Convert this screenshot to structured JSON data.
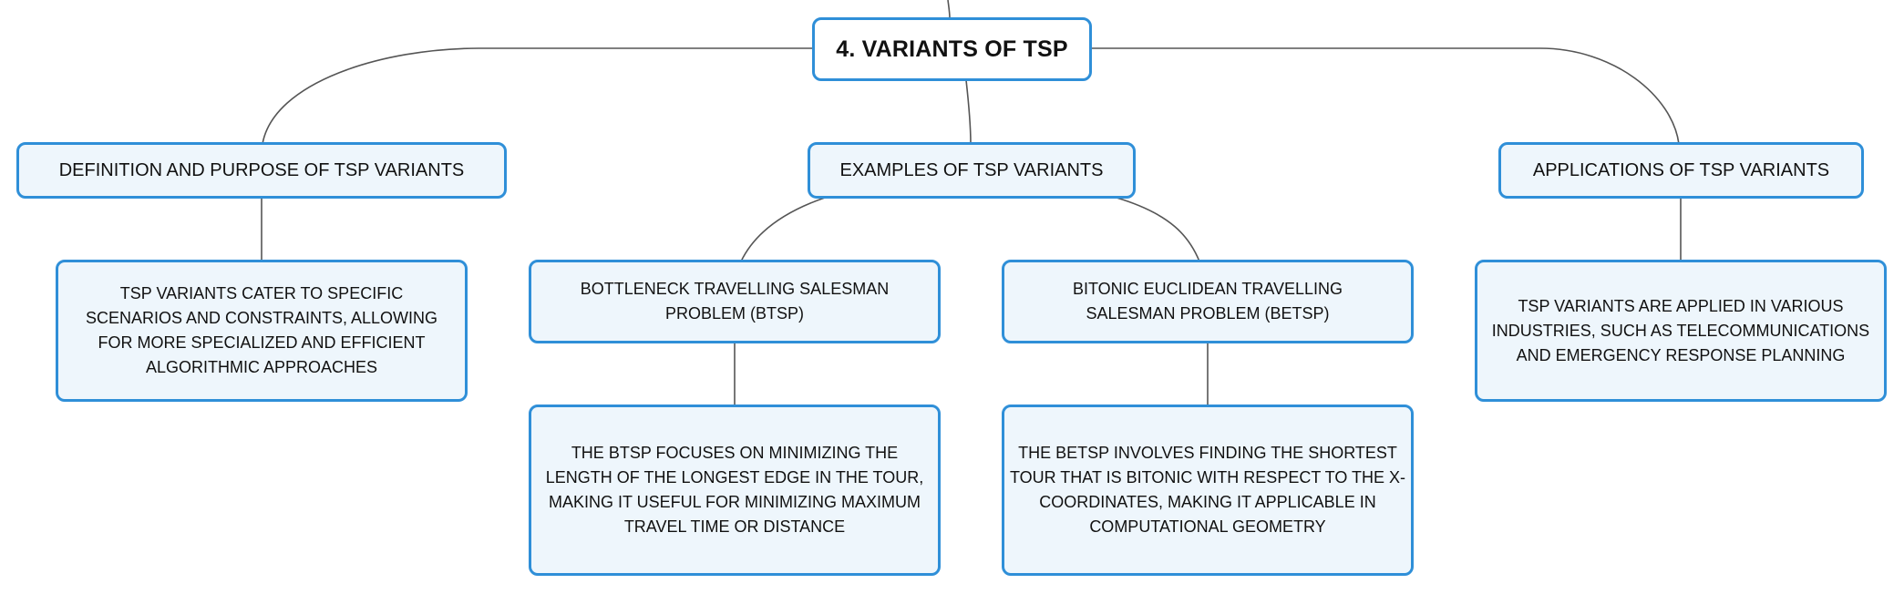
{
  "colors": {
    "node_border": "#2f8fd8",
    "node_fill": "#eef6fc",
    "root_fill": "#ffffff",
    "connector": "#555555",
    "text": "#111111"
  },
  "diagram": {
    "type": "mind-map",
    "root": {
      "label": "4. VARIANTS OF TSP"
    },
    "branches": [
      {
        "label": "DEFINITION AND PURPOSE OF TSP VARIANTS",
        "children": [
          {
            "label": "TSP VARIANTS CATER TO SPECIFIC SCENARIOS AND CONSTRAINTS, ALLOWING FOR MORE SPECIALIZED AND EFFICIENT ALGORITHMIC APPROACHES"
          }
        ]
      },
      {
        "label": "EXAMPLES OF TSP VARIANTS",
        "children": [
          {
            "label": "BOTTLENECK TRAVELLING SALESMAN PROBLEM (BTSP)",
            "children": [
              {
                "label": "THE BTSP FOCUSES ON MINIMIZING THE LENGTH OF THE LONGEST EDGE IN THE TOUR, MAKING IT USEFUL FOR MINIMIZING MAXIMUM TRAVEL TIME OR DISTANCE"
              }
            ]
          },
          {
            "label": "BITONIC EUCLIDEAN TRAVELLING SALESMAN PROBLEM (BETSP)",
            "children": [
              {
                "label": "THE BETSP INVOLVES FINDING THE SHORTEST TOUR THAT IS BITONIC WITH RESPECT TO THE X-COORDINATES, MAKING IT APPLICABLE IN COMPUTATIONAL GEOMETRY"
              }
            ]
          }
        ]
      },
      {
        "label": "APPLICATIONS OF TSP VARIANTS",
        "children": [
          {
            "label": "TSP VARIANTS ARE APPLIED IN VARIOUS INDUSTRIES, SUCH AS TELECOMMUNICATIONS AND EMERGENCY RESPONSE PLANNING"
          }
        ]
      }
    ]
  }
}
